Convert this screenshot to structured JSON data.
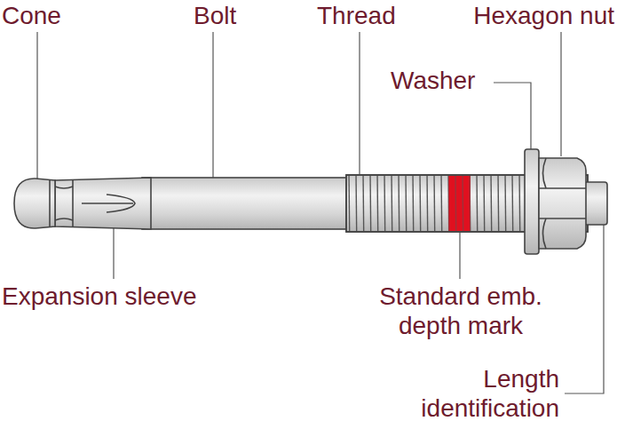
{
  "diagram": {
    "labels": [
      "Cone",
      "Bolt",
      "Thread",
      "Hexagon nut",
      "Washer",
      "Expansion sleeve",
      "Standard emb. depth mark",
      "Length identification"
    ]
  }
}
